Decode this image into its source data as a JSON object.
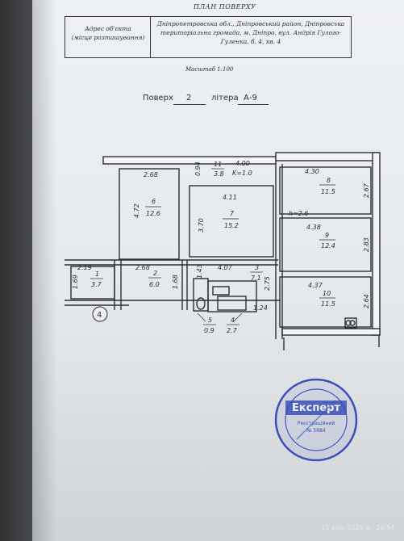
{
  "document": {
    "title": "ПЛАН ПОВЕРХУ",
    "address_label": "Адрес об'єкта\n(місце розташування)",
    "address_value": "Дніпропетровська обл., Дніпровський район, Дніпровська територіальна громада, м. Дніпро, вул. Андрія Гулого-Гуленка, б. 4, кв. 4",
    "scale": "Масштаб 1:100",
    "floor_label": "Поверх",
    "floor_value": "2",
    "litera_label": "літера",
    "litera_value": "А-9"
  },
  "plan": {
    "rooms": [
      {
        "number": "1",
        "area": "3.7"
      },
      {
        "number": "2",
        "area": "6.0"
      },
      {
        "number": "3",
        "area": "7.1"
      },
      {
        "number": "4",
        "area": "2.7"
      },
      {
        "number": "5",
        "area": "0.9"
      },
      {
        "number": "6",
        "area": "12.6"
      },
      {
        "number": "7",
        "area": "15.2"
      },
      {
        "number": "8",
        "area": "11.5"
      },
      {
        "number": "9",
        "area": "12.4"
      },
      {
        "number": "10",
        "area": "11.5"
      },
      {
        "number": "11",
        "area": "3.8"
      }
    ],
    "dimensions": {
      "d_268_top": "2.68",
      "d_094": "0.94",
      "d_400": "4.00",
      "k_coef": "K=1.0",
      "d_430": "4.30",
      "d_267": "2.67",
      "d_472": "4.72",
      "d_411": "4.11",
      "d_370": "3.70",
      "h_26": "h=2.6",
      "d_438": "4.38",
      "d_283": "2.83",
      "d_219": "2.19",
      "d_169": "1.69",
      "d_268_mid": "2.68",
      "d_168": "1.68",
      "d_143": "1.43",
      "d_407": "4.07",
      "d_275": "2.75",
      "d_437": "4.37",
      "d_264": "2.64",
      "d_124": "1.24"
    },
    "entrance_marker": "4"
  },
  "stamp": {
    "title": "Експерт",
    "line1": "Реєстраційний",
    "line2": "№ 5684"
  },
  "timestamp": "15 вер. 2025 р., 20:54"
}
